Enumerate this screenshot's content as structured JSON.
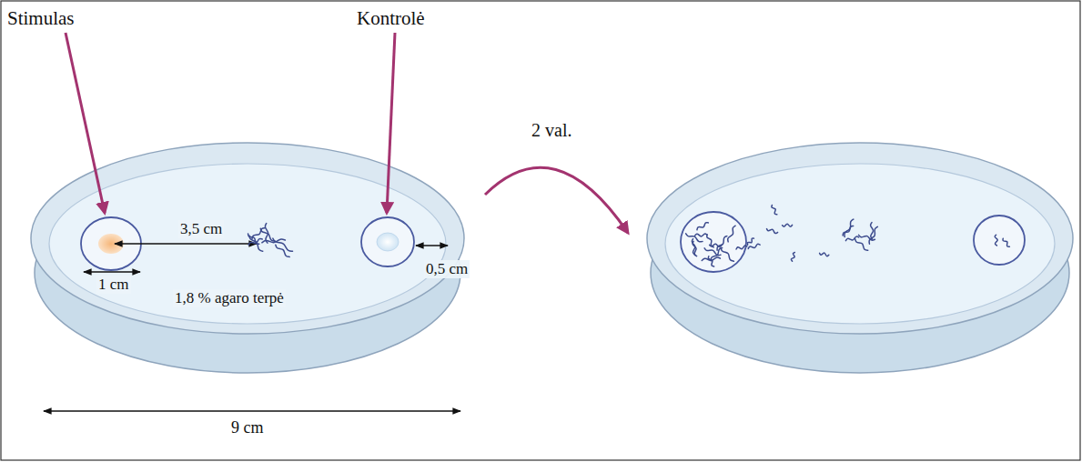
{
  "diagram": {
    "labels": [
      "Stimulas",
      "Kontrolė",
      "3,5 cm",
      "1 cm",
      "0,5 cm",
      "1,8 % agaro terpė",
      "2 val.",
      "9 cm"
    ]
  }
}
